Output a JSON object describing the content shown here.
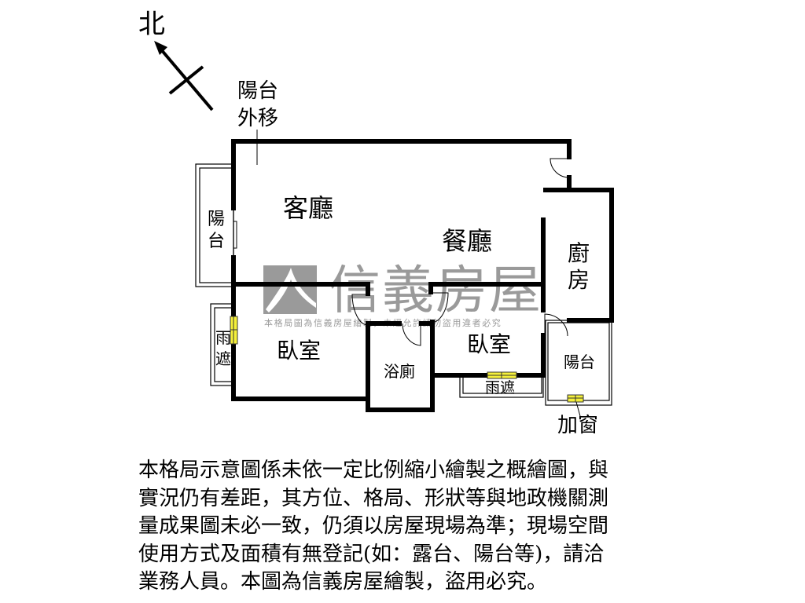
{
  "compass": {
    "north_label": "北"
  },
  "rooms": {
    "balcony_moved": [
      "陽台",
      "外移"
    ],
    "living_room": "客廳",
    "dining_room": "餐廳",
    "kitchen": [
      "廚",
      "房"
    ],
    "left_balcony": [
      "陽",
      "台"
    ],
    "bedroom_left": "臥室",
    "bedroom_right": "臥室",
    "bathroom": "浴廁",
    "right_balcony": "陽台",
    "rain_shade_left": [
      "雨",
      "遮"
    ],
    "rain_shade_bottom": "雨遮",
    "added_window": "加窗"
  },
  "watermark": {
    "brand": "信義房屋",
    "notice": "本格局圖為信義房屋繪製，未經允許請勿盜用違者必究"
  },
  "colors": {
    "wall": "#000000",
    "window": "#f5f03a",
    "watermark": "#9a9a9a"
  },
  "disclaimer": [
    "本格局示意圖係未依一定比例縮小繪製之概繪圖，與",
    "實況仍有差距，其方位、格局、形狀等與地政機關測",
    "量成果圖未必一致，仍須以房屋現場為準；現場空間",
    "使用方式及面積有無登記(如：露台、陽台等)，請洽",
    "業務人員。本圖為信義房屋繪製，盜用必究。"
  ]
}
